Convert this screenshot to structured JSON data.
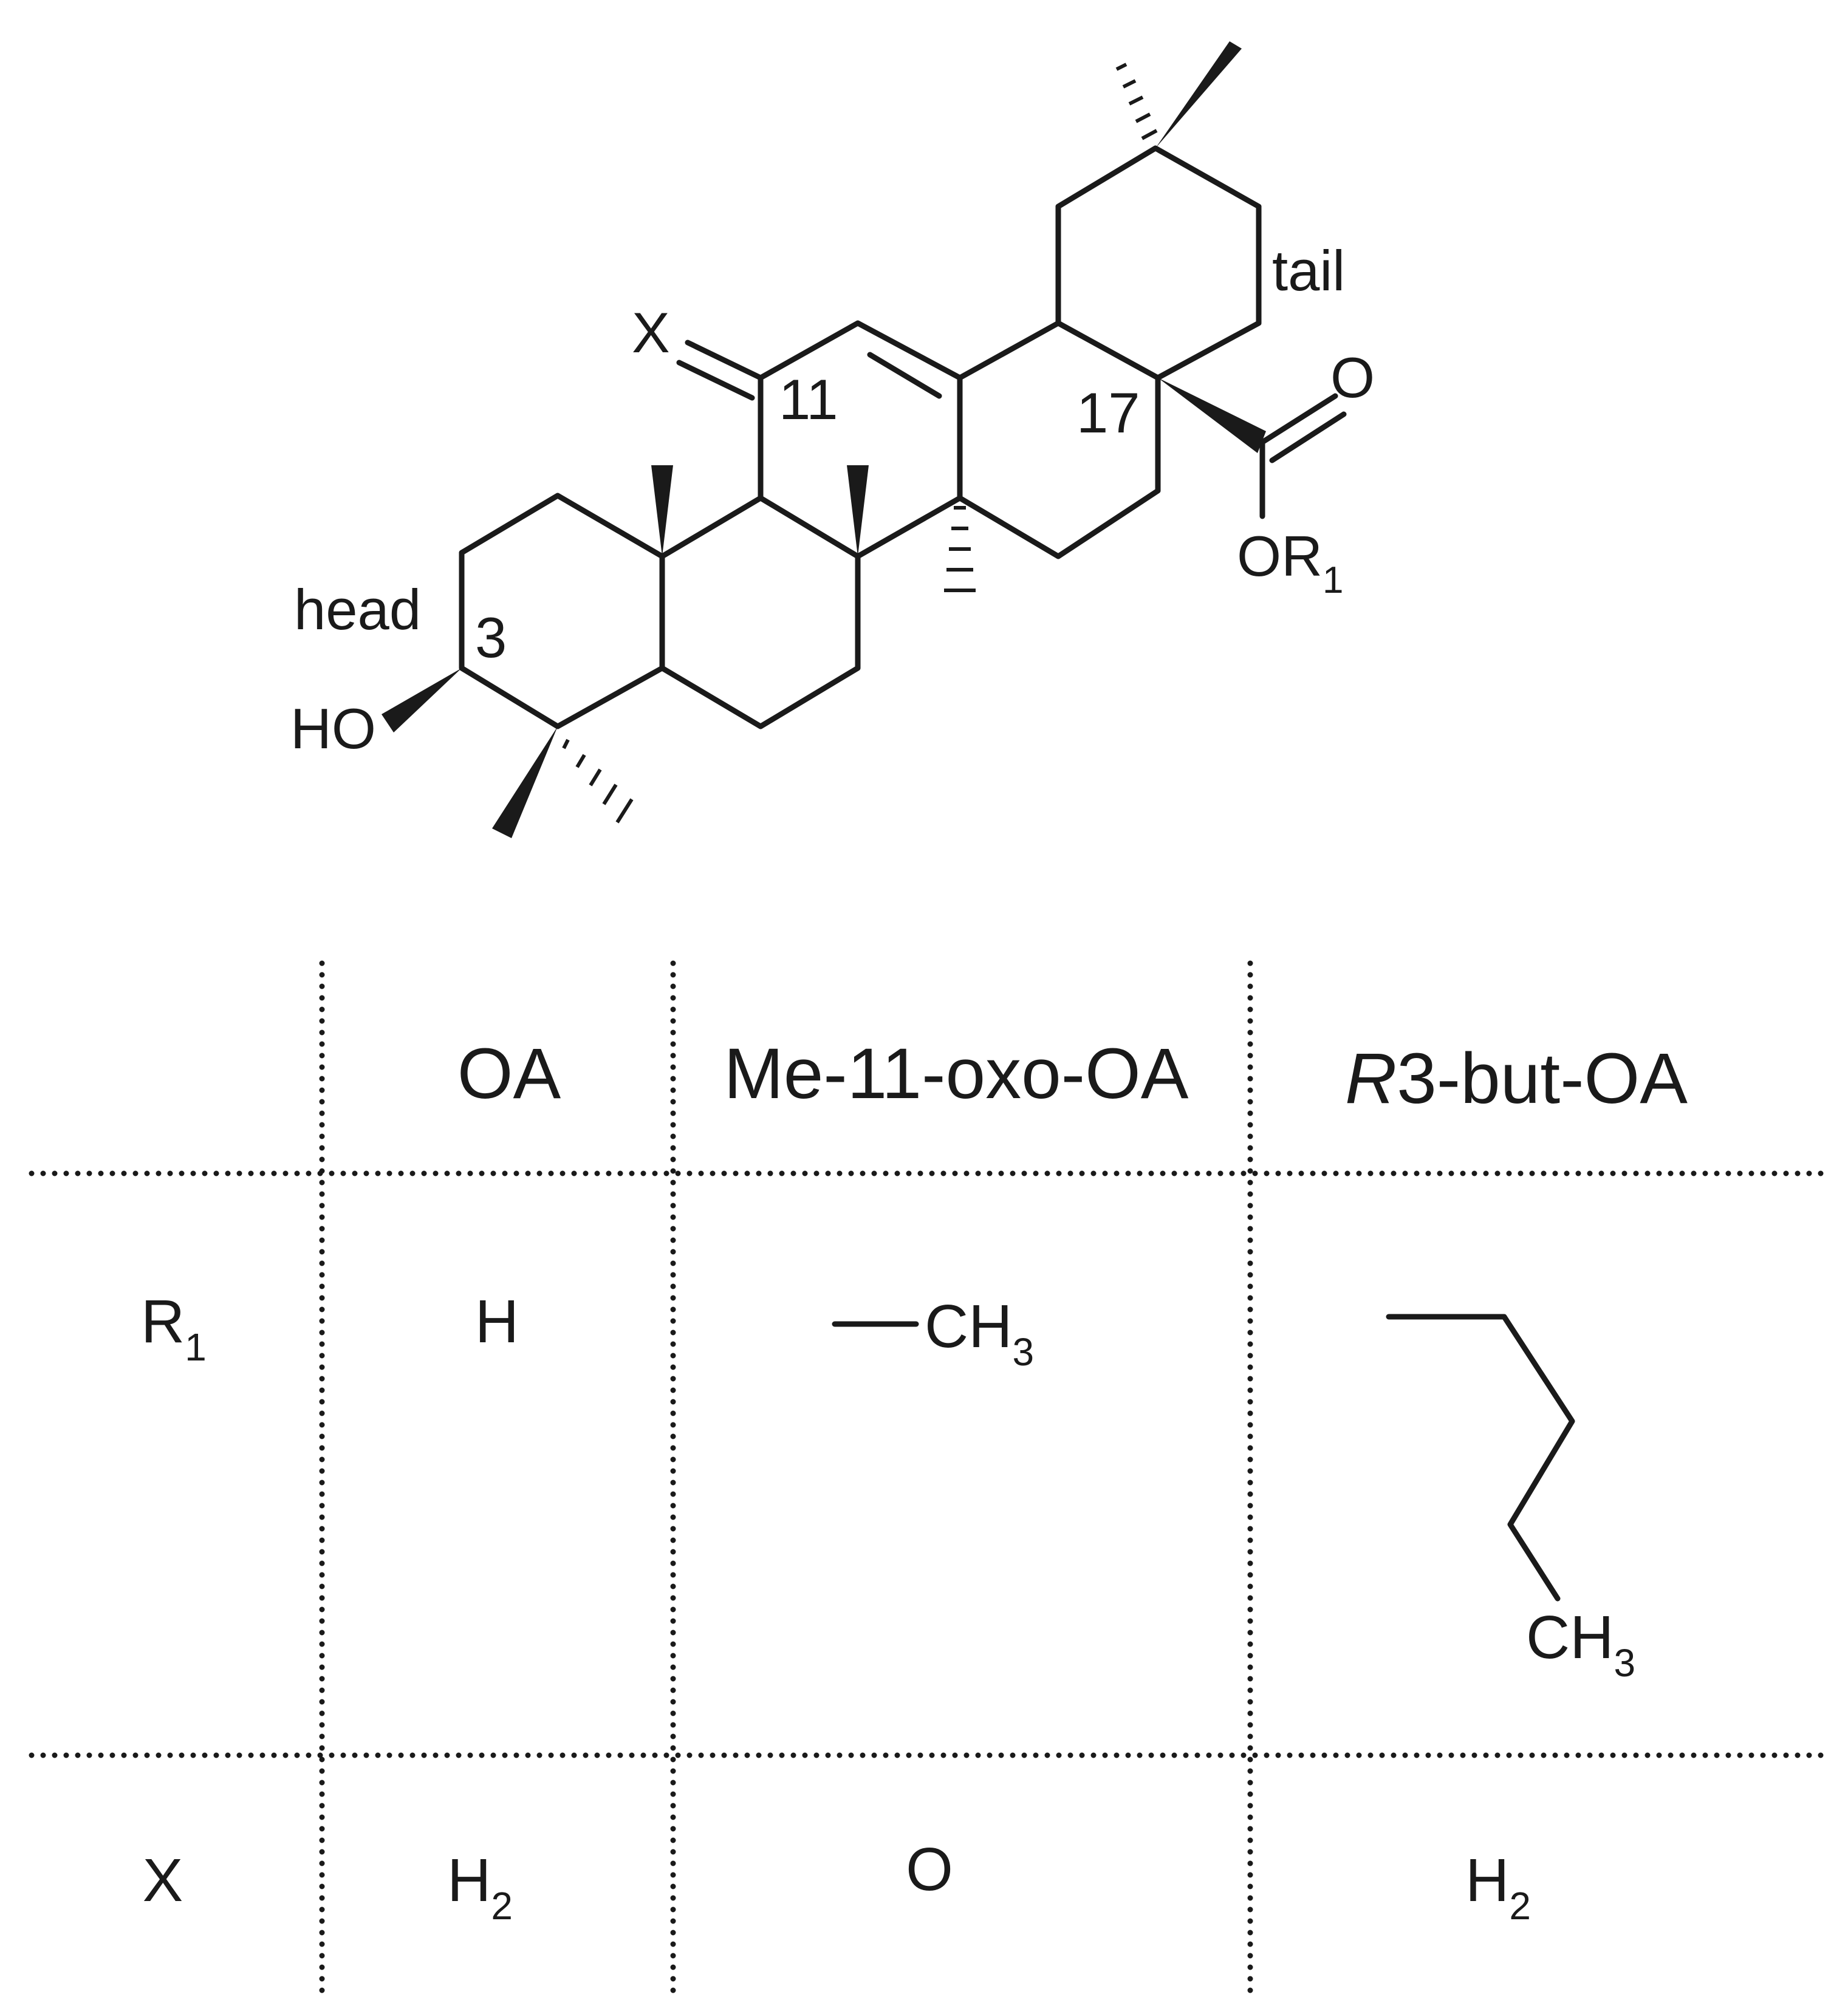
{
  "structure": {
    "substituent_x": "X",
    "position_11": "11",
    "position_17": "17",
    "position_3": "3",
    "label_head": "head",
    "label_tail": "tail",
    "carbonyl_o": "O",
    "ester_o": "OR",
    "ester_o_sub": "1",
    "hydroxyl": "HO"
  },
  "table": {
    "columns": [
      {
        "label": "OA"
      },
      {
        "label": "Me-11-oxo-OA"
      },
      {
        "label_italic": "R",
        "label": "3-but-OA"
      }
    ],
    "rows": [
      {
        "label": "R",
        "label_sub": "1",
        "cells": [
          {
            "text": "H"
          },
          {
            "text": "CH",
            "sub": "3"
          },
          {
            "text": "CH",
            "sub": "3"
          }
        ]
      },
      {
        "label": "X",
        "cells": [
          {
            "text": "H",
            "sub": "2"
          },
          {
            "text": "O"
          },
          {
            "text": "H",
            "sub": "2"
          }
        ]
      }
    ]
  }
}
